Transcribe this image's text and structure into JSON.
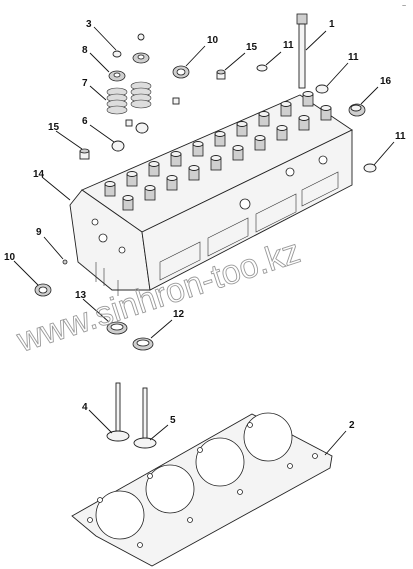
{
  "callouts": [
    {
      "id": "1",
      "label": "1"
    },
    {
      "id": "2",
      "label": "2"
    },
    {
      "id": "3",
      "label": "3"
    },
    {
      "id": "4",
      "label": "4"
    },
    {
      "id": "5",
      "label": "5"
    },
    {
      "id": "6",
      "label": "6"
    },
    {
      "id": "7",
      "label": "7"
    },
    {
      "id": "8",
      "label": "8"
    },
    {
      "id": "9",
      "label": "9"
    },
    {
      "id": "10a",
      "label": "10"
    },
    {
      "id": "10b",
      "label": "10"
    },
    {
      "id": "11a",
      "label": "11"
    },
    {
      "id": "11b",
      "label": "11"
    },
    {
      "id": "11c",
      "label": "11"
    },
    {
      "id": "12",
      "label": "12"
    },
    {
      "id": "13",
      "label": "13"
    },
    {
      "id": "14",
      "label": "14"
    },
    {
      "id": "15a",
      "label": "15"
    },
    {
      "id": "15b",
      "label": "15"
    },
    {
      "id": "16",
      "label": "16"
    }
  ],
  "watermark": "www.sinhron-too.kz",
  "corner_mark": "~"
}
